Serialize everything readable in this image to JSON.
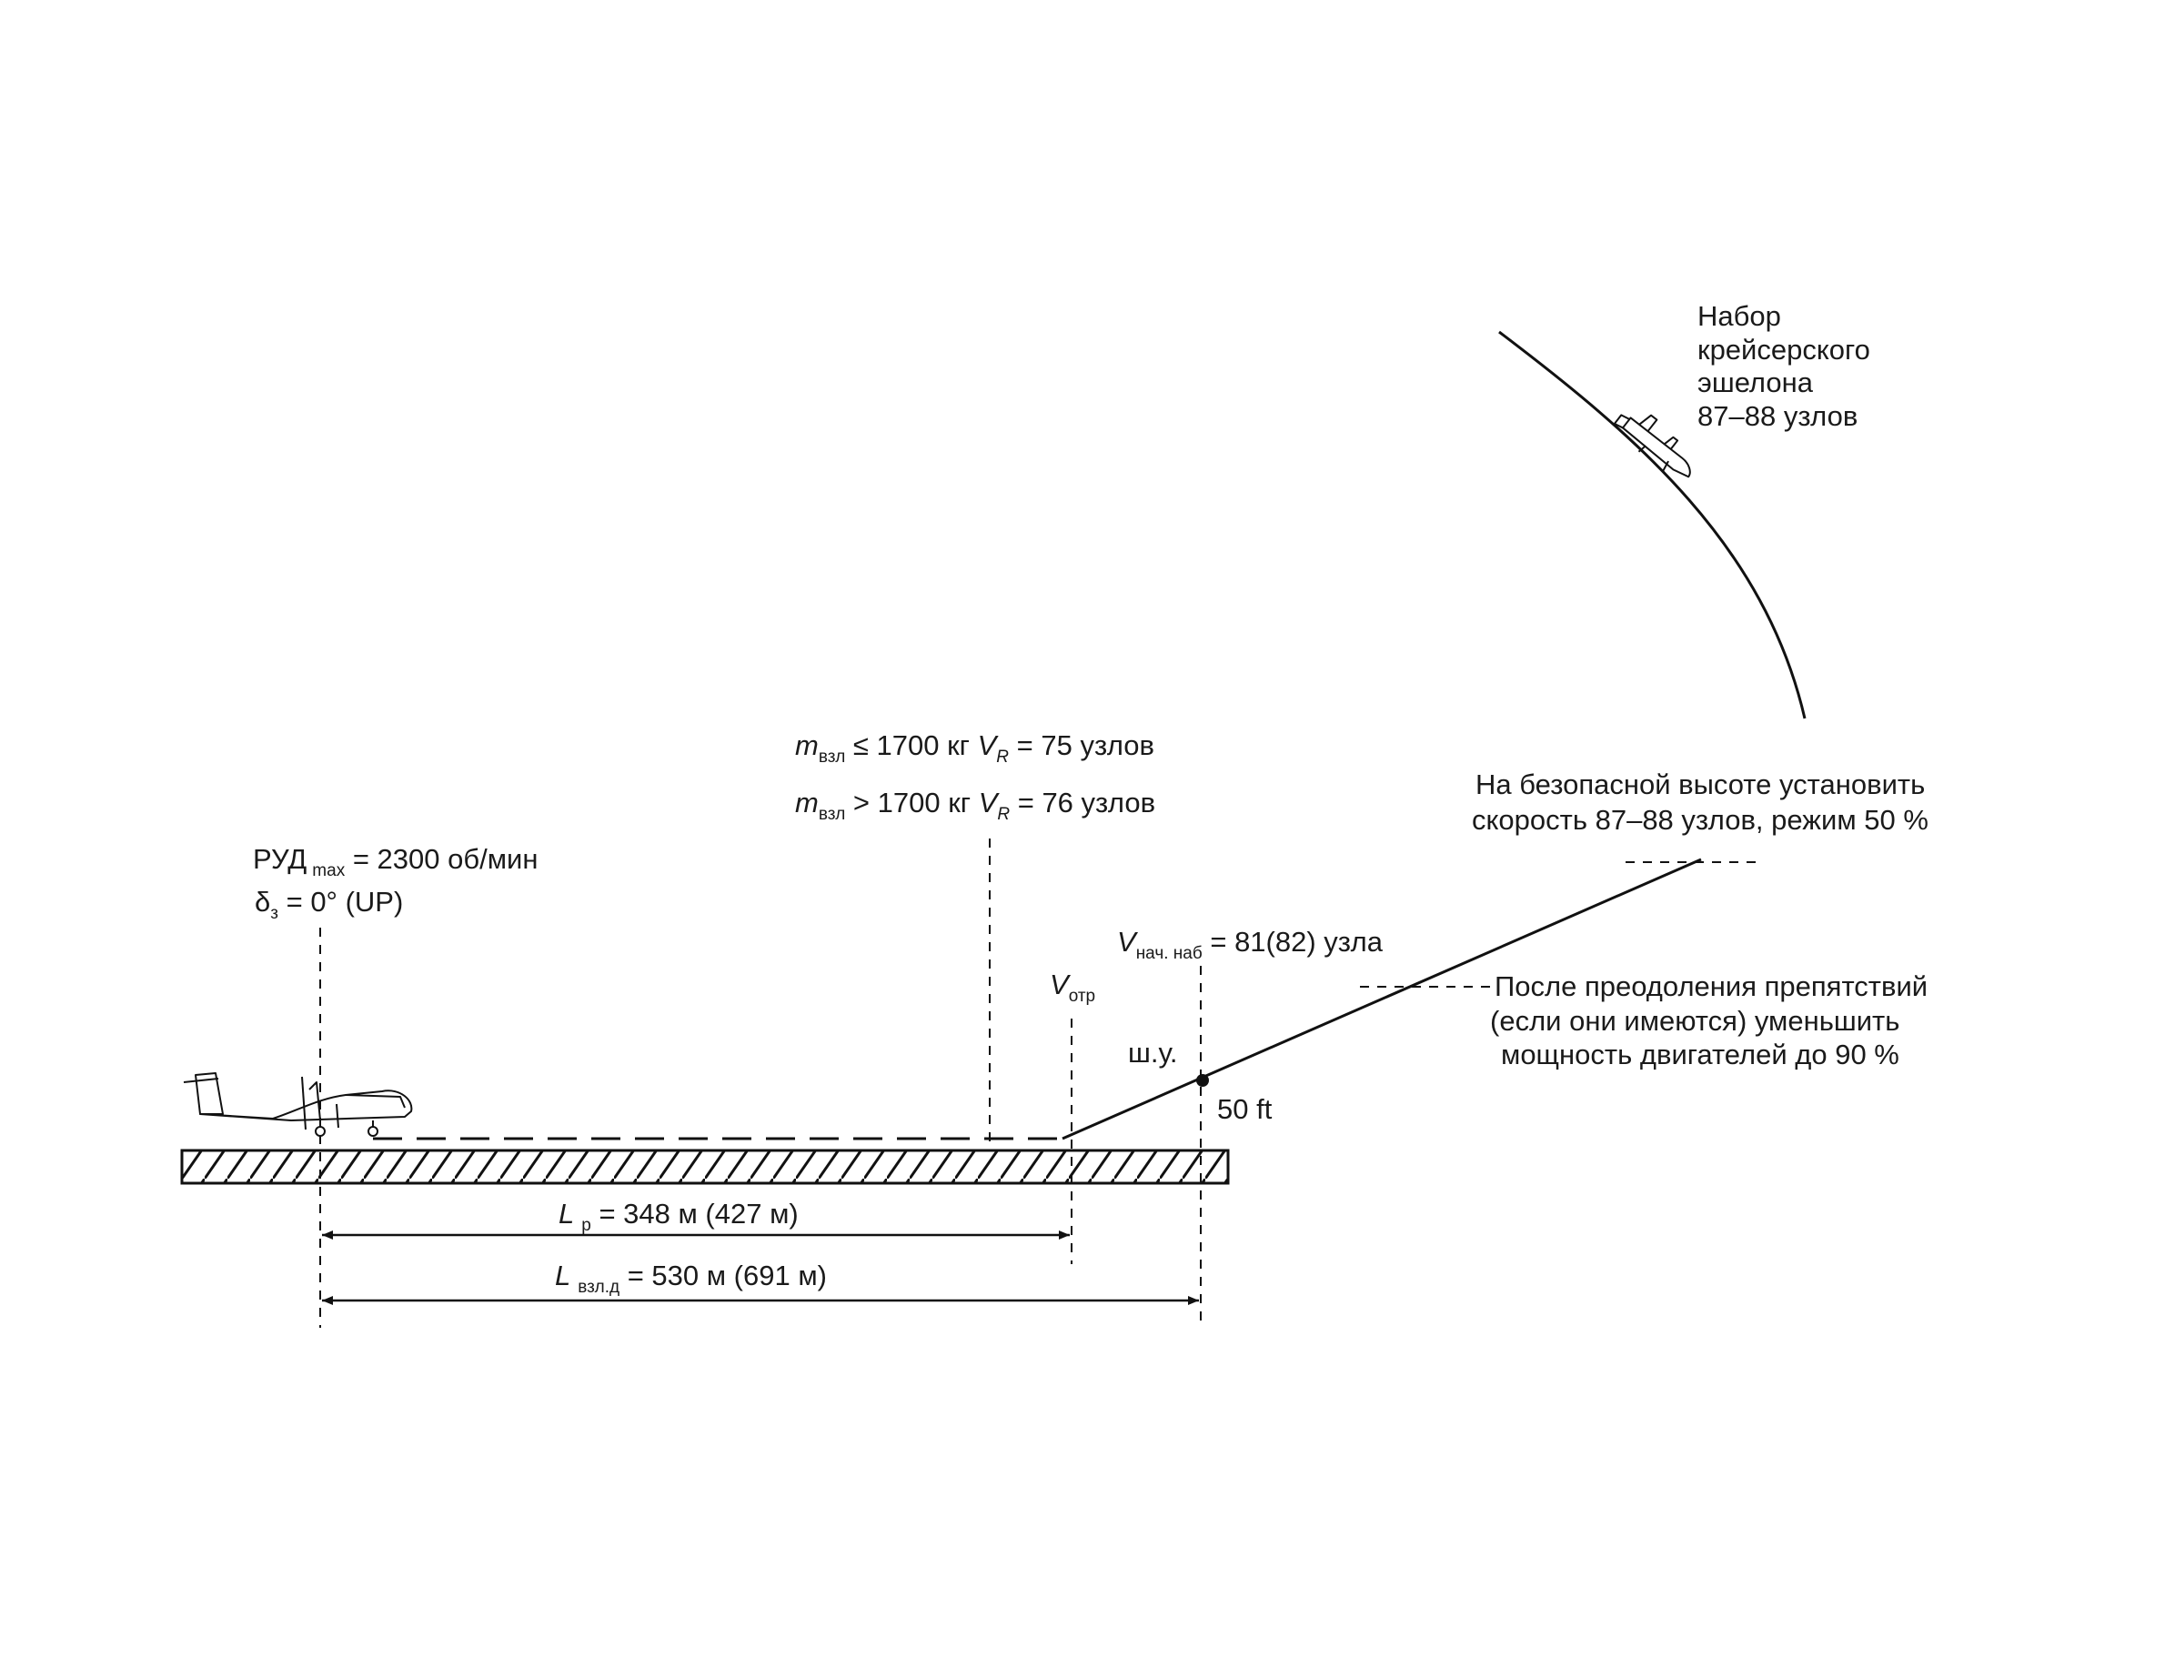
{
  "throttle": {
    "label": "РУД",
    "sub": "max",
    "value": " = 2300 об/мин",
    "flap_symbol": "δ",
    "flap_sub": "з",
    "flap_value": " = 0° (UP)"
  },
  "mass_rows": [
    {
      "m": "m",
      "m_sub": "взл",
      "rel": " ≤ 1700 кг ",
      "v": "V",
      "v_sub": "R",
      "val": " = 75 узлов"
    },
    {
      "m": "m",
      "m_sub": "взл",
      "rel": " > 1700 кг ",
      "v": "V",
      "v_sub": "R",
      "val": " = 76 узлов"
    }
  ],
  "v_liftoff": {
    "v": "V",
    "sub": "отр"
  },
  "v_climb": {
    "v": "V",
    "sub": "нач. наб",
    "value": " = 81(82) узла"
  },
  "gear_retract": "ш.у.",
  "height_50": "50 ft",
  "power_reduce": [
    "После преодоления препятствий",
    "(если они имеются) уменьшить",
    "мощность двигателей до 90 %"
  ],
  "safe_altitude": [
    "На безопасной высоте установить",
    "скорость 87–88 узлов, режим 50 %"
  ],
  "cruise_climb": [
    "Набор",
    "крейсерского",
    "эшелона",
    "87–88 узлов"
  ],
  "ground_roll": {
    "l": "L",
    "sub": "р",
    "value": " = 348 м (427 м)"
  },
  "takeoff_dist": {
    "l": "L",
    "sub": "взл.д",
    "value": " = 530 м (691 м)"
  }
}
